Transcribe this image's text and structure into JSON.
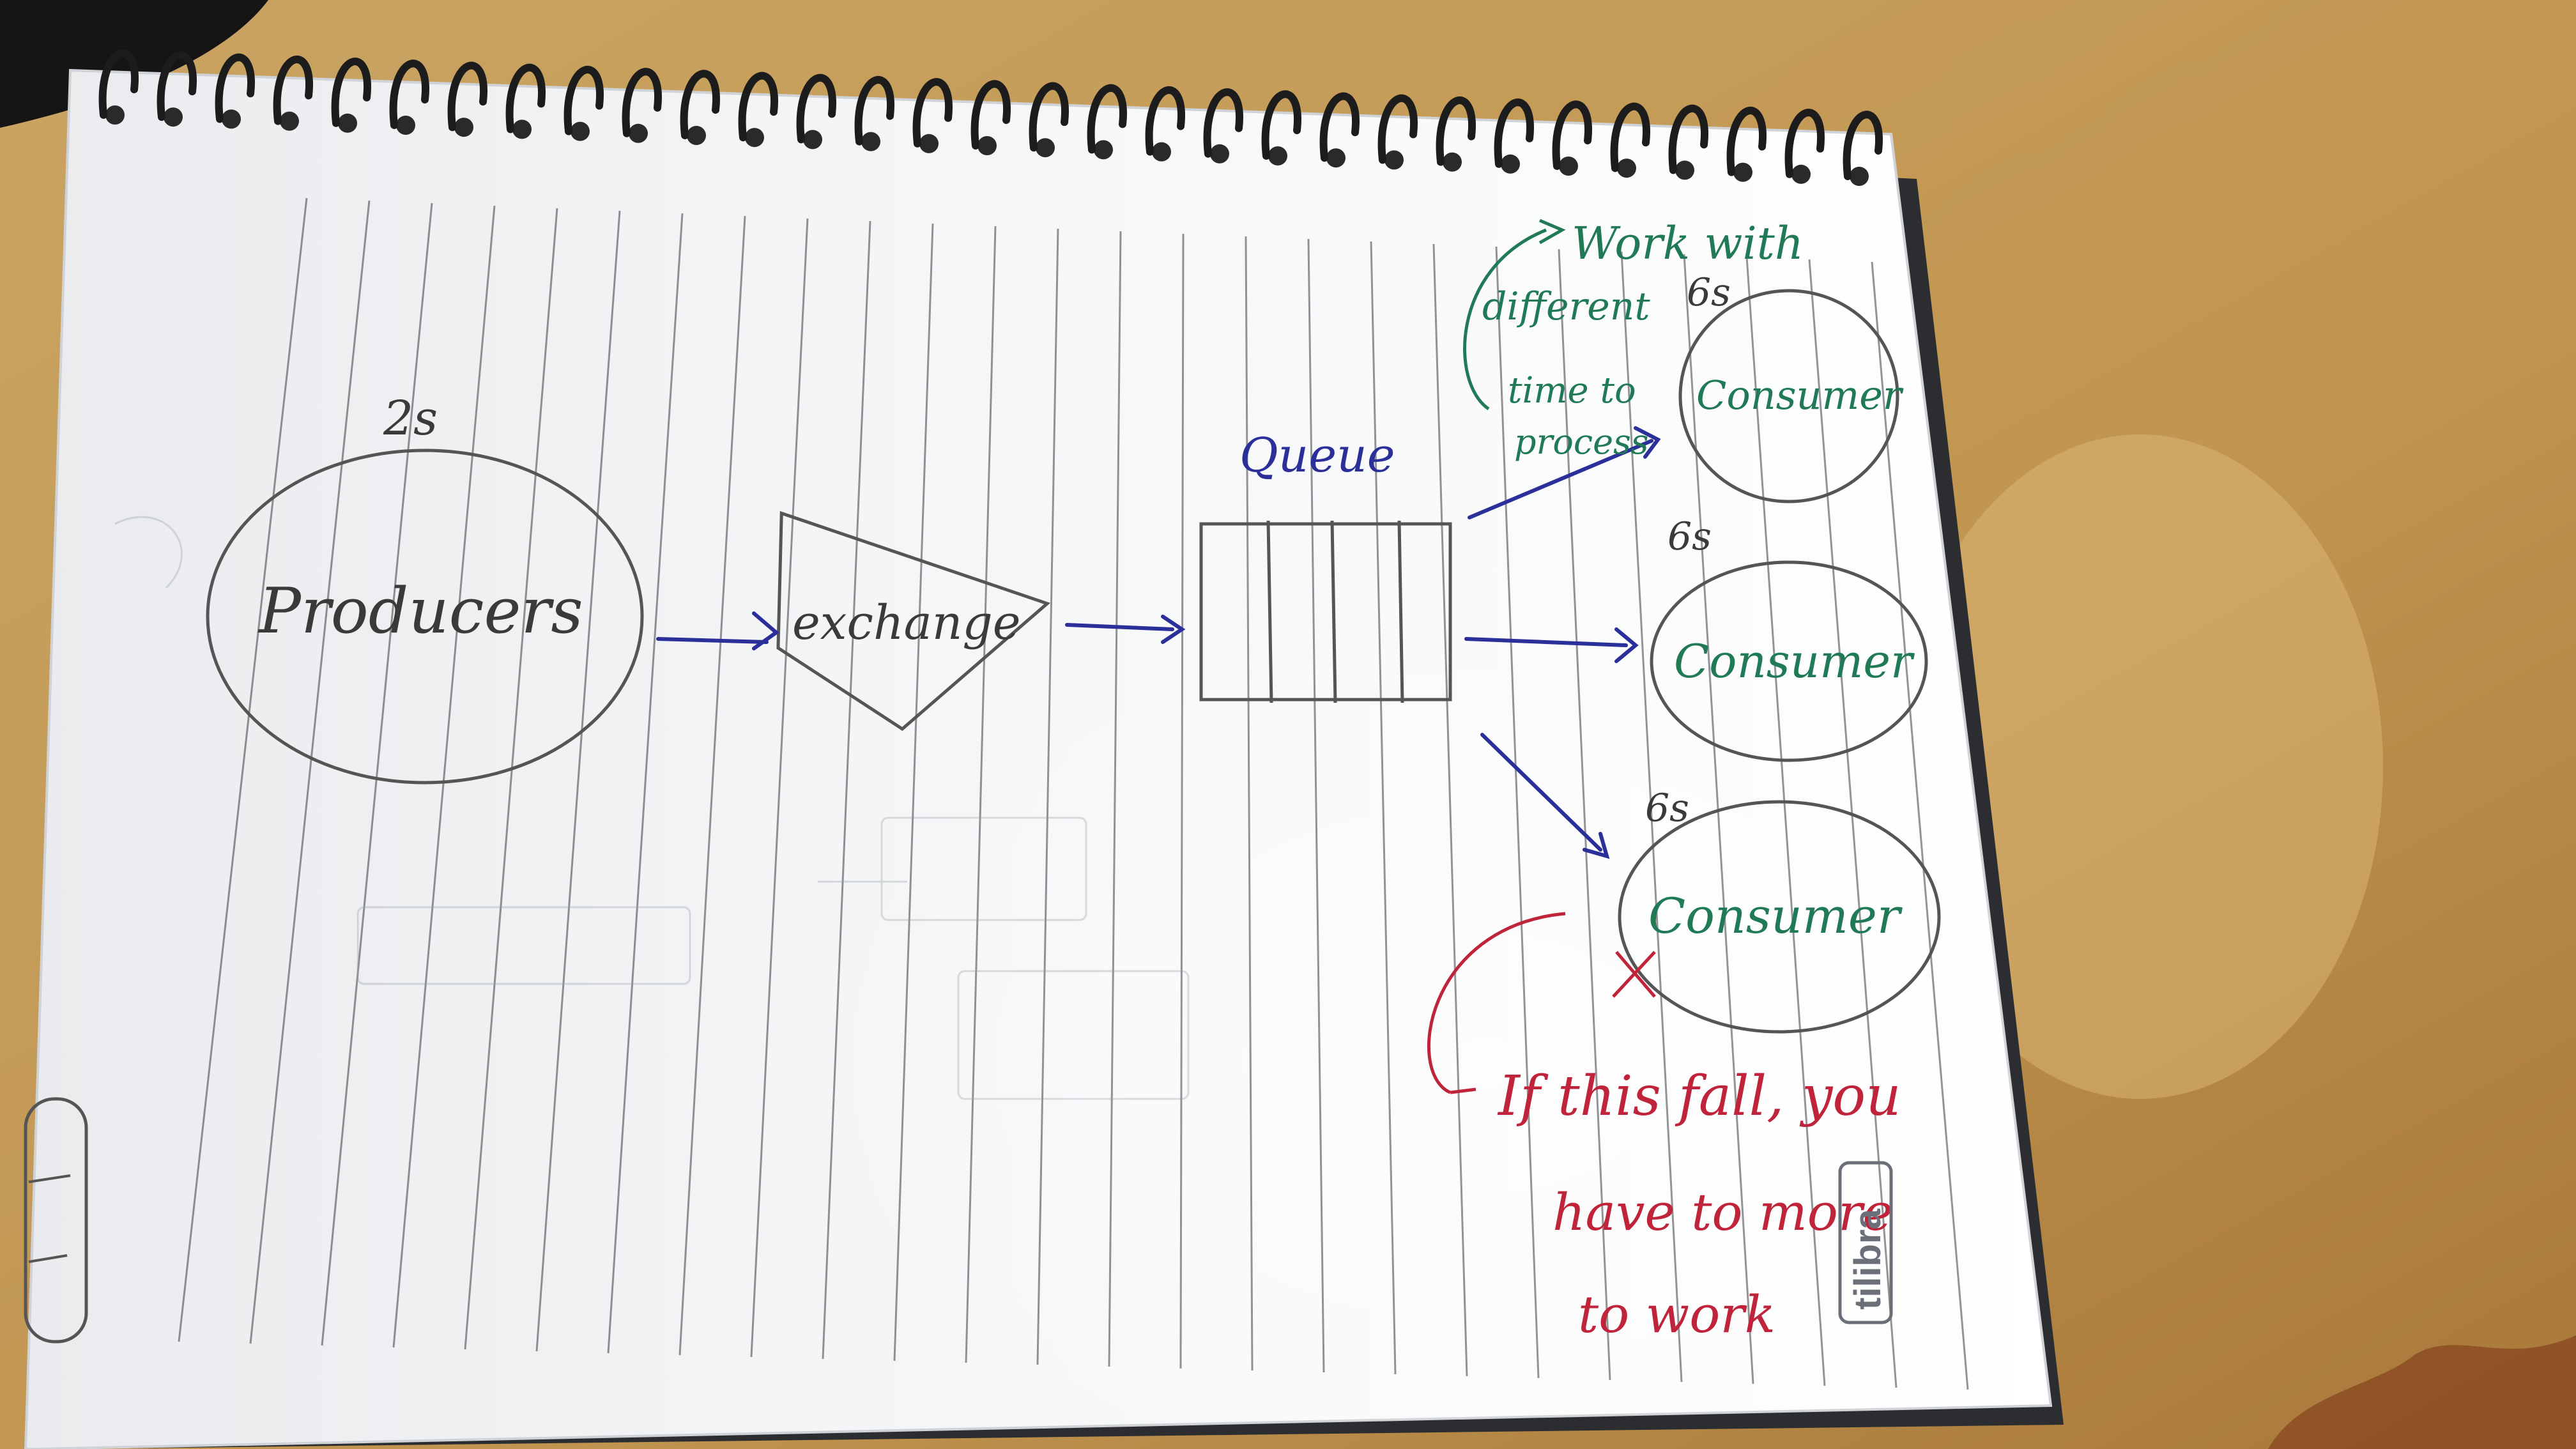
{
  "photo": {
    "subject": "Hand-drawn message queue diagram on a spiral notebook page",
    "colors": {
      "desk": "#c49a55",
      "paper": "#f4f5f6",
      "pencil": "#555555",
      "blue_ink": "#2a2f9a",
      "green_ink": "#1f7a55",
      "red_ink": "#c0243a",
      "spiral": "#1c1c1c"
    }
  },
  "diagram": {
    "producers": {
      "label": "Producers",
      "time": "2s"
    },
    "exchange": {
      "label": "exchange"
    },
    "queue": {
      "label": "Queue"
    },
    "consumers": [
      {
        "label": "Consumer",
        "time": "6s"
      },
      {
        "label": "Consumer",
        "time": "6s"
      },
      {
        "label": "Consumer",
        "time": "6s"
      }
    ],
    "notes": {
      "green_note": [
        "Work with",
        "different",
        "time to",
        "process"
      ],
      "red_note": [
        "If this fall, you",
        "have to more",
        "to work"
      ]
    }
  },
  "brand": {
    "logo_text": "tilibra"
  }
}
